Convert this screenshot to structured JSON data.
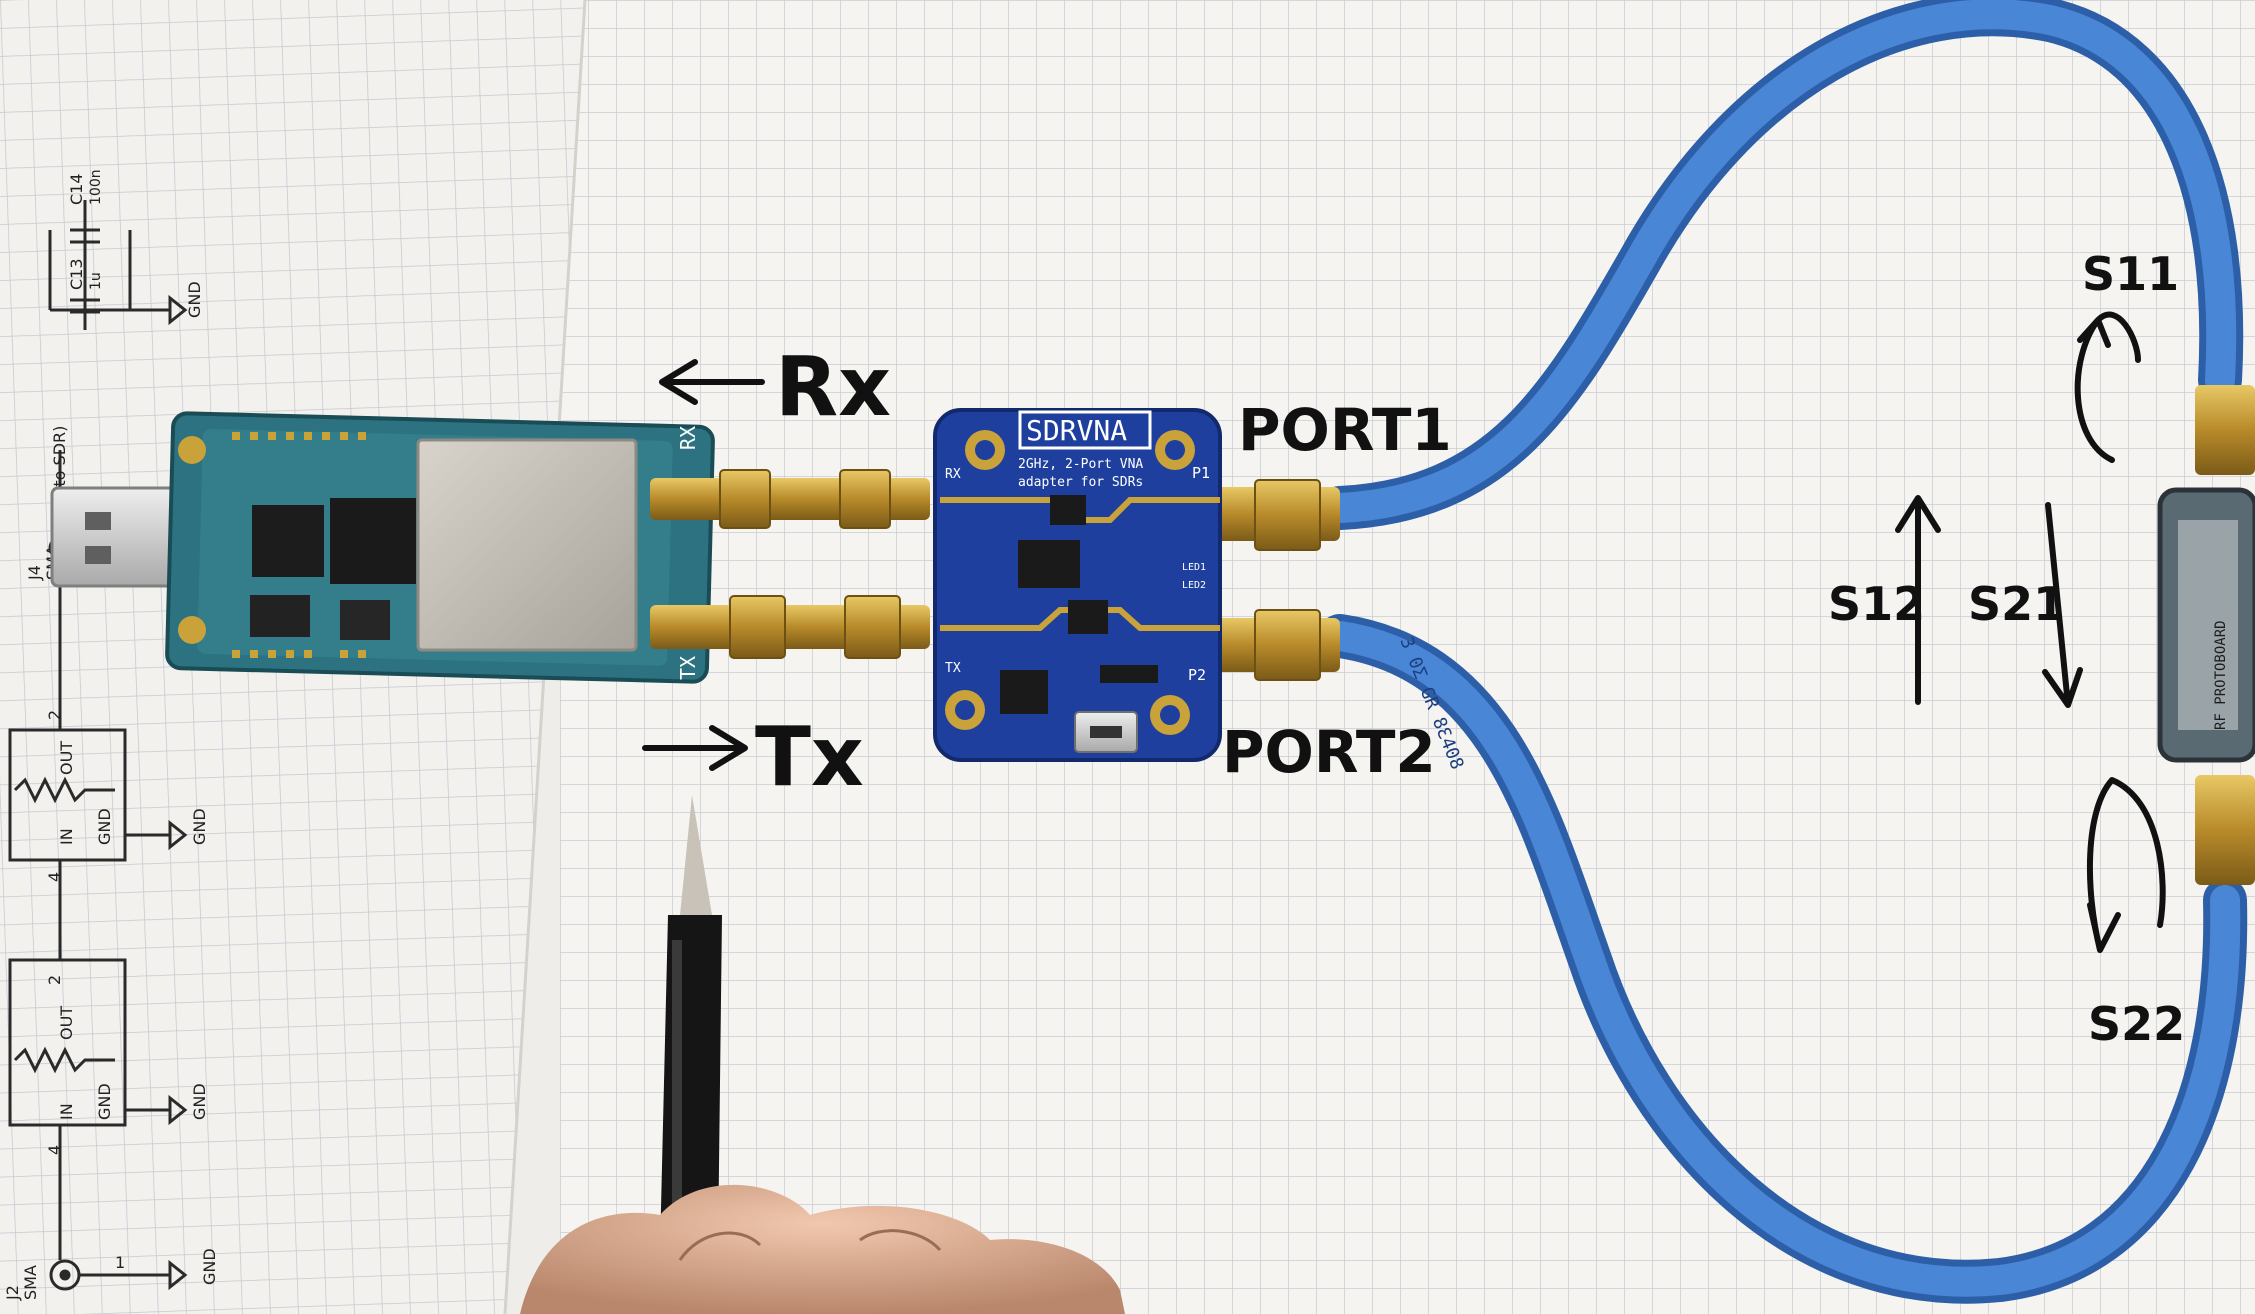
{
  "annotations": {
    "rx": "Rx",
    "tx": "Tx",
    "port1": "PORT1",
    "port2": "PORT2",
    "s11": "S11",
    "s12": "S12",
    "s21": "S21",
    "s22": "S22"
  },
  "sdr_board": {
    "rx_label": "RX",
    "tx_label": "TX"
  },
  "vna_board": {
    "logo": "SDRVNA",
    "line1": "2GHz, 2-Port VNA",
    "line2": "adapter for SDRs",
    "p1": "P1",
    "p2": "P2",
    "rx": "RX",
    "tx": "TX",
    "led1": "LED1",
    "led2": "LED2"
  },
  "schematic": {
    "c14": "C14",
    "c13": "C13",
    "c13_val": "1u",
    "c14_val": "100n",
    "gnd": "GND",
    "j4": "J4",
    "sma": "SMA",
    "rx_to_sdr": "RX (to SDR)",
    "out": "OUT",
    "in": "IN",
    "j2": "J2",
    "pin2": "2",
    "pin1": "1",
    "pin4": "4"
  },
  "cable": {
    "print": "3 0Ʃ GR 8Ɛ408"
  },
  "dut": {
    "label": "RF PROTOBOARD"
  },
  "colors": {
    "paper": "#f4f3f0",
    "grid": "#c7cbd6",
    "pcb_blue": "#1d3f9c",
    "sdr_pcb": "#2b6e78",
    "cable_blue": "#3a73c4",
    "gold": "#c9a23a"
  }
}
